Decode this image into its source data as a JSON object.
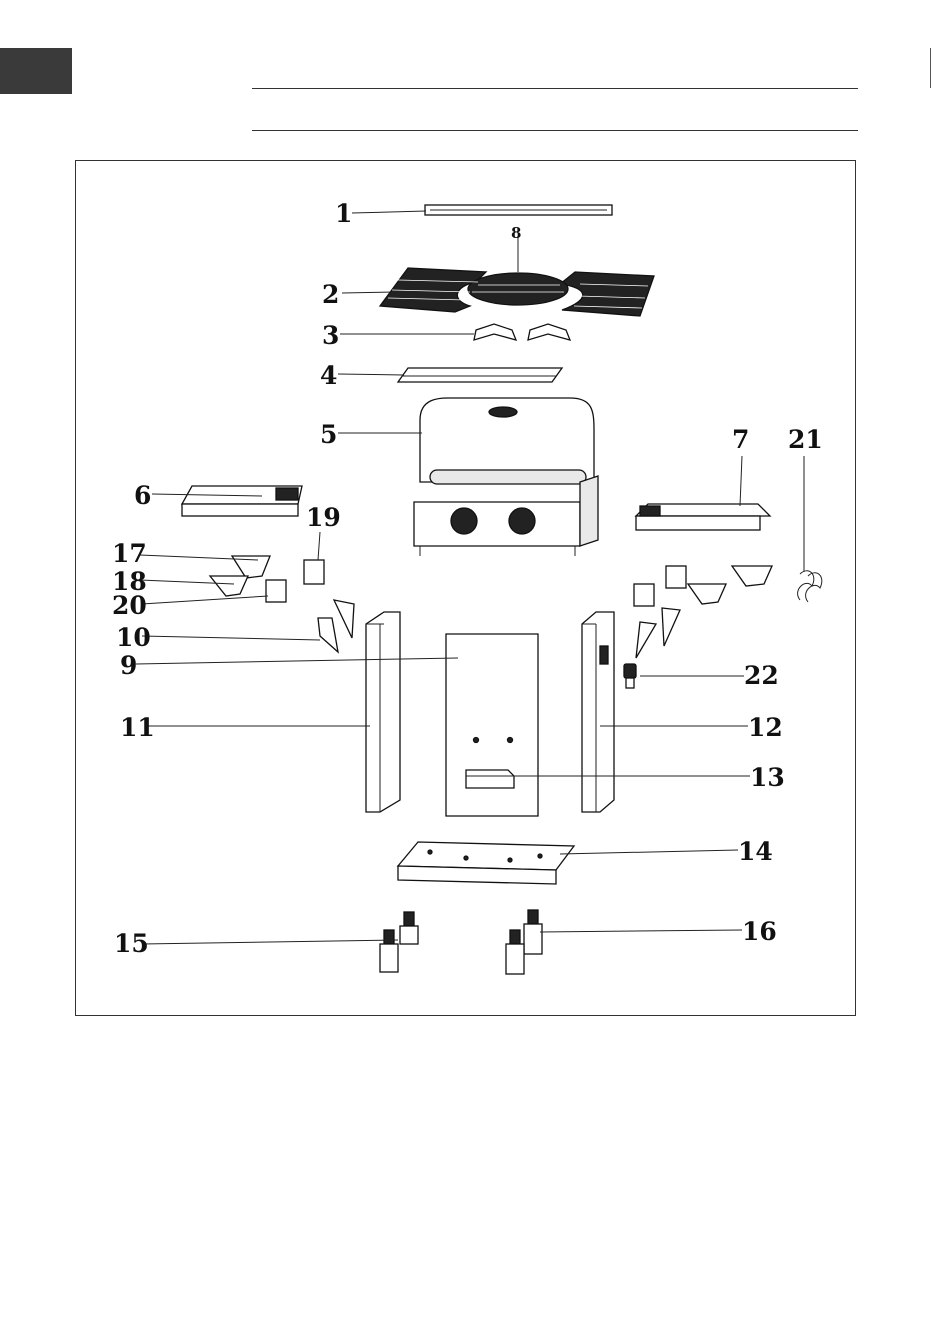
{
  "colors": {
    "tab": "#3a3a3a",
    "line": "#222222"
  },
  "callouts": {
    "c1": "1",
    "c2": "2",
    "c3": "3",
    "c4": "4",
    "c5": "5",
    "c6": "6",
    "c7": "7",
    "c8": "8",
    "c9": "9",
    "c10": "10",
    "c11": "11",
    "c12": "12",
    "c13": "13",
    "c14": "14",
    "c15": "15",
    "c16": "16",
    "c17": "17",
    "c18": "18",
    "c19": "19",
    "c20": "20",
    "c21": "21",
    "c22": "22"
  }
}
